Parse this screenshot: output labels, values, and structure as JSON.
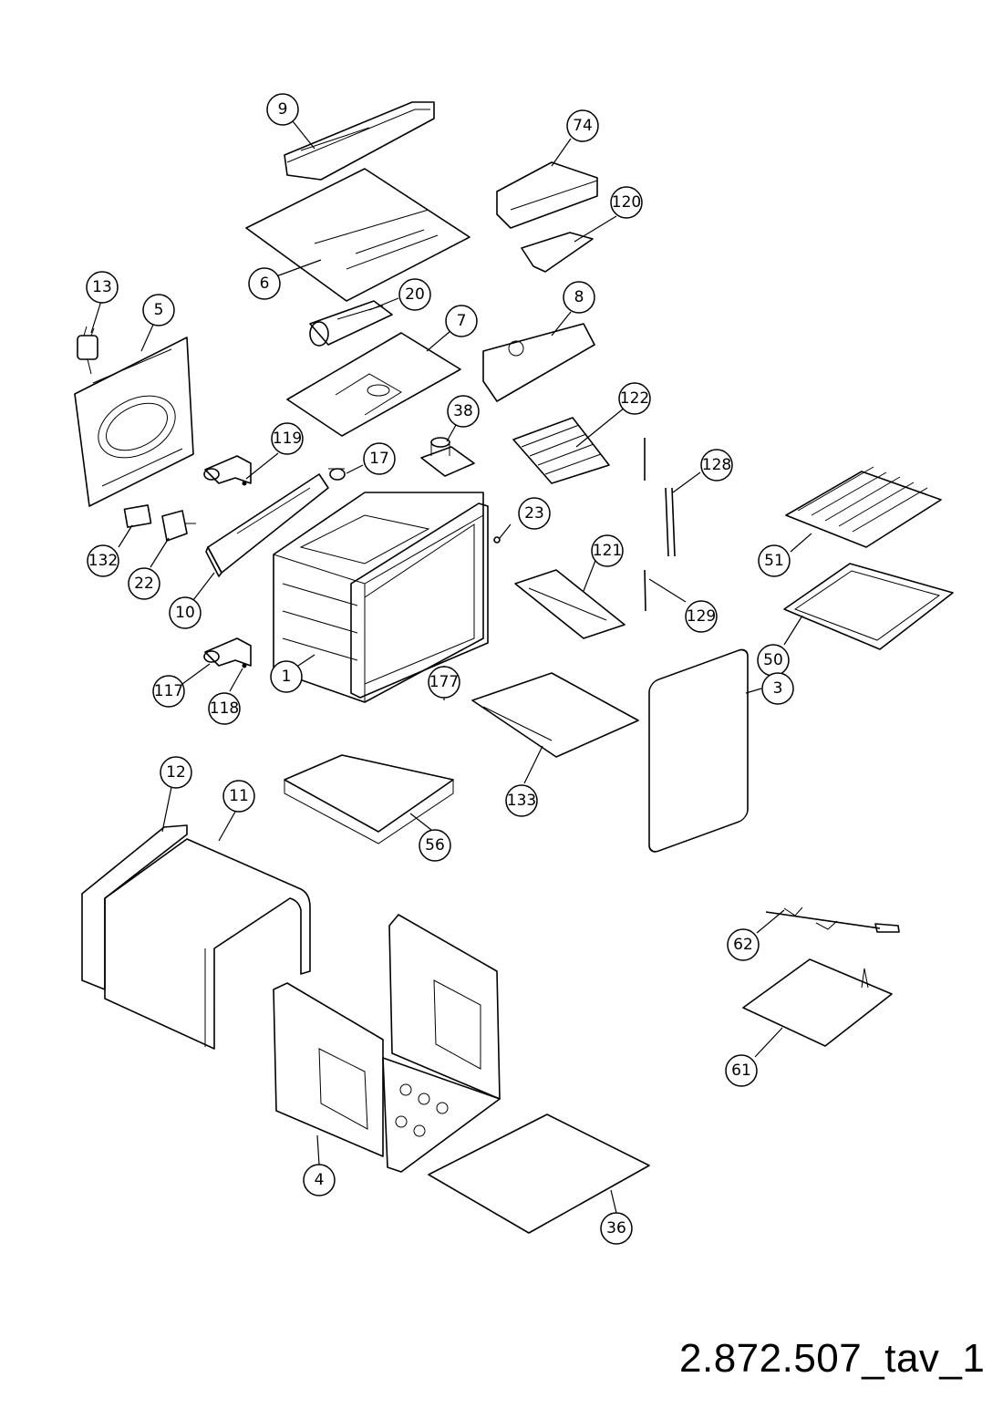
{
  "drawing_code": "2.872.507_tav_1",
  "callouts": [
    "9",
    "74",
    "120",
    "6",
    "13",
    "5",
    "20",
    "7",
    "8",
    "38",
    "122",
    "119",
    "17",
    "128",
    "23",
    "51",
    "132",
    "22",
    "10",
    "121",
    "129",
    "50",
    "117",
    "118",
    "1",
    "177",
    "3",
    "133",
    "12",
    "11",
    "56",
    "62",
    "61",
    "4",
    "36"
  ]
}
